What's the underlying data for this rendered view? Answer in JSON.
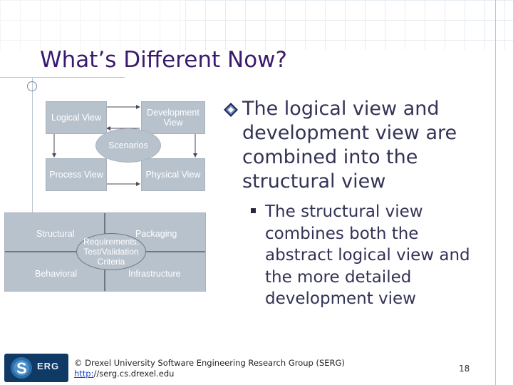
{
  "slide": {
    "title": "What’s Different Now?",
    "bullet1": "The logical view and development view are combined into the structural view",
    "bullet2": "The structural view combines both the abstract logical view and the more detailed development view"
  },
  "diagram_4plus1": {
    "logical": "Logical View",
    "development_line1": "Development",
    "development_line2": "View",
    "scenarios": "Scenarios",
    "process": "Process View",
    "physical": "Physical View"
  },
  "diagram_new": {
    "structural": "Structural",
    "packaging": "Packaging",
    "behavioral": "Behavioral",
    "infrastructure": "Infrastructure",
    "center_line1": "Requirements,",
    "center_line2": "Test/Validation",
    "center_line3": "Criteria"
  },
  "footer": {
    "logo_text": "ERG",
    "logo_letter": "S",
    "copyright": "© Drexel University Software Engineering Research Group (SERG)",
    "url_link": "http:",
    "url_rest": "//serg.cs.drexel.edu",
    "page_number": "18"
  },
  "colors": {
    "title": "#3a1a6e",
    "box_fill": "#b8c2cd",
    "logo_bg": "#0f3a66"
  }
}
